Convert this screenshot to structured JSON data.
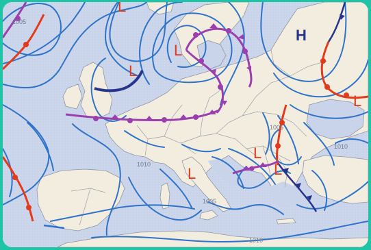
{
  "pressure_systems": [
    {
      "type": "low",
      "label": "L"
    },
    {
      "type": "low",
      "label": "L"
    },
    {
      "type": "low",
      "label": "L"
    },
    {
      "type": "low",
      "label": "L"
    },
    {
      "type": "low",
      "label": "L"
    },
    {
      "type": "low",
      "label": "L"
    },
    {
      "type": "low",
      "label": "L"
    },
    {
      "type": "high",
      "label": "H"
    }
  ],
  "isobar_labels": [
    "1005",
    "1005",
    "1010",
    "1010",
    "1005",
    "1010"
  ],
  "colors": {
    "frame": "#1fc4a6",
    "sea": "#c9d3ea",
    "land": "#f3ede0",
    "isobar": "#2f73c9",
    "warm_front": "#e23a1a",
    "cold_front": "#27348b",
    "occluded_front": "#9b3fae",
    "low_label": "#e23a1a",
    "high_label": "#27348b"
  }
}
